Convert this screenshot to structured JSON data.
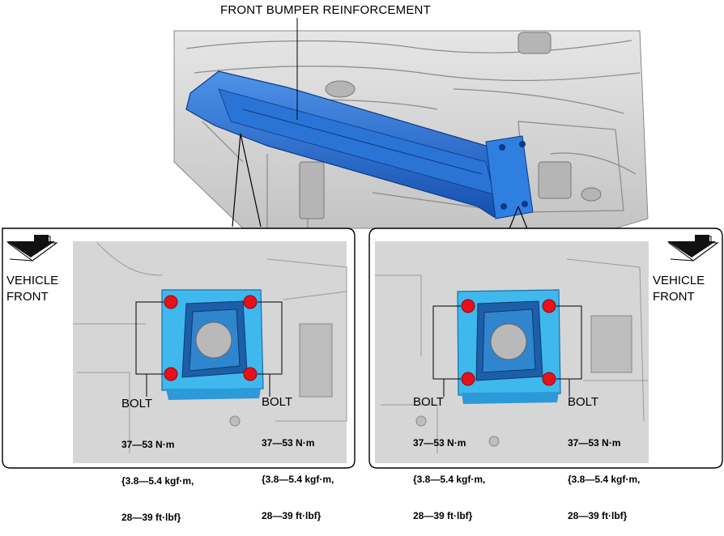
{
  "title": "FRONT BUMPER REINFORCEMENT",
  "left_detail": {
    "direction": [
      "VEHICLE",
      "FRONT"
    ],
    "bolt_left": {
      "label": "BOLT",
      "torque": [
        "37—53 N·m",
        "{3.8—5.4 kgf·m,",
        "28—39 ft·lbf}"
      ]
    },
    "bolt_right": {
      "label": "BOLT",
      "torque": [
        "37—53 N·m",
        "{3.8—5.4 kgf·m,",
        "28—39 ft·lbf}"
      ]
    }
  },
  "right_detail": {
    "direction": [
      "VEHICLE",
      "FRONT"
    ],
    "bolt_left": {
      "label": "BOLT",
      "torque": [
        "37—53 N·m",
        "{3.8—5.4 kgf·m,",
        "28—39 ft·lbf}"
      ]
    },
    "bolt_right": {
      "label": "BOLT",
      "torque": [
        "37—53 N·m",
        "{3.8—5.4 kgf·m,",
        "28—39 ft·lbf}"
      ]
    }
  },
  "colors": {
    "reinforcement": "#1f6ad0",
    "bracket": "#3fb8ee",
    "bolt": "#e8101a",
    "background_gray": "#d8d8d8"
  }
}
